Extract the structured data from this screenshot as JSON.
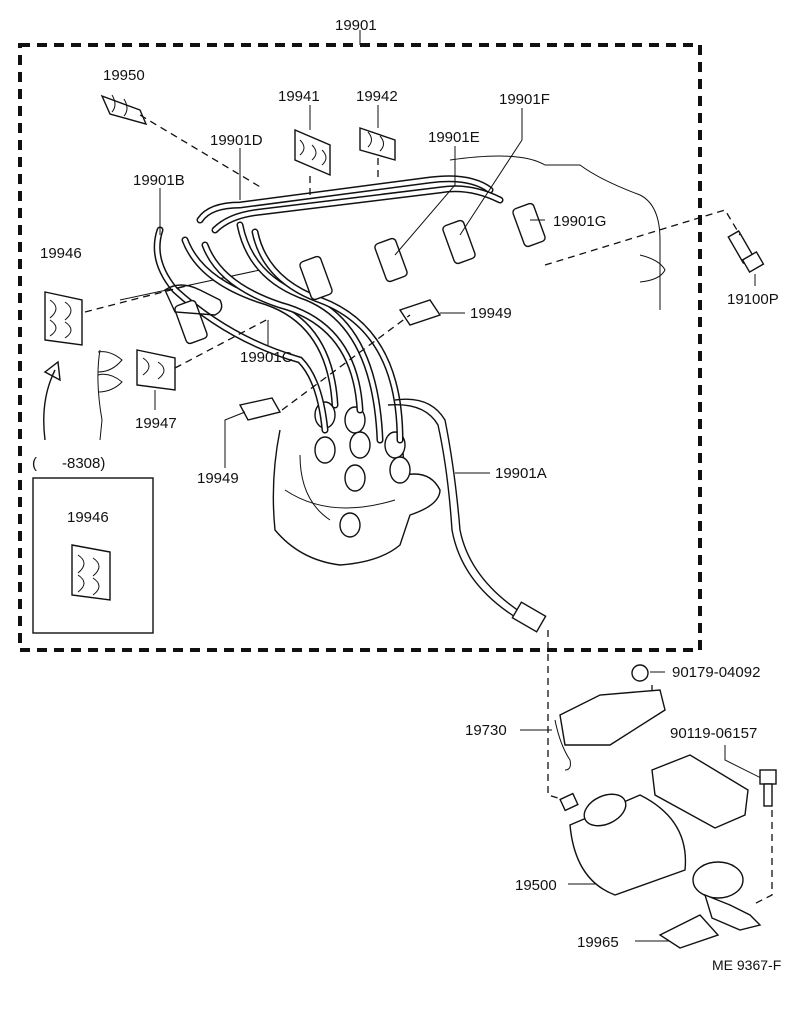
{
  "labels": {
    "assembly": "19901",
    "p19950": "19950",
    "p19941": "19941",
    "p19942": "19942",
    "p19901D": "19901D",
    "p19901E": "19901E",
    "p19901F": "19901F",
    "p19901B": "19901B",
    "p19901G": "19901G",
    "p19946": "19946",
    "p19100P": "19100P",
    "p19949a": "19949",
    "p19901C": "19901C",
    "p19947": "19947",
    "p19949b": "19949",
    "p19901A": "19901A",
    "inset_range": "(      -8308)",
    "inset_part": "19946",
    "p90179": "90179-04092",
    "p19730": "19730",
    "p90119": "90119-06157",
    "p19500": "19500",
    "p19965": "19965"
  },
  "reference": "ME 9367-F"
}
